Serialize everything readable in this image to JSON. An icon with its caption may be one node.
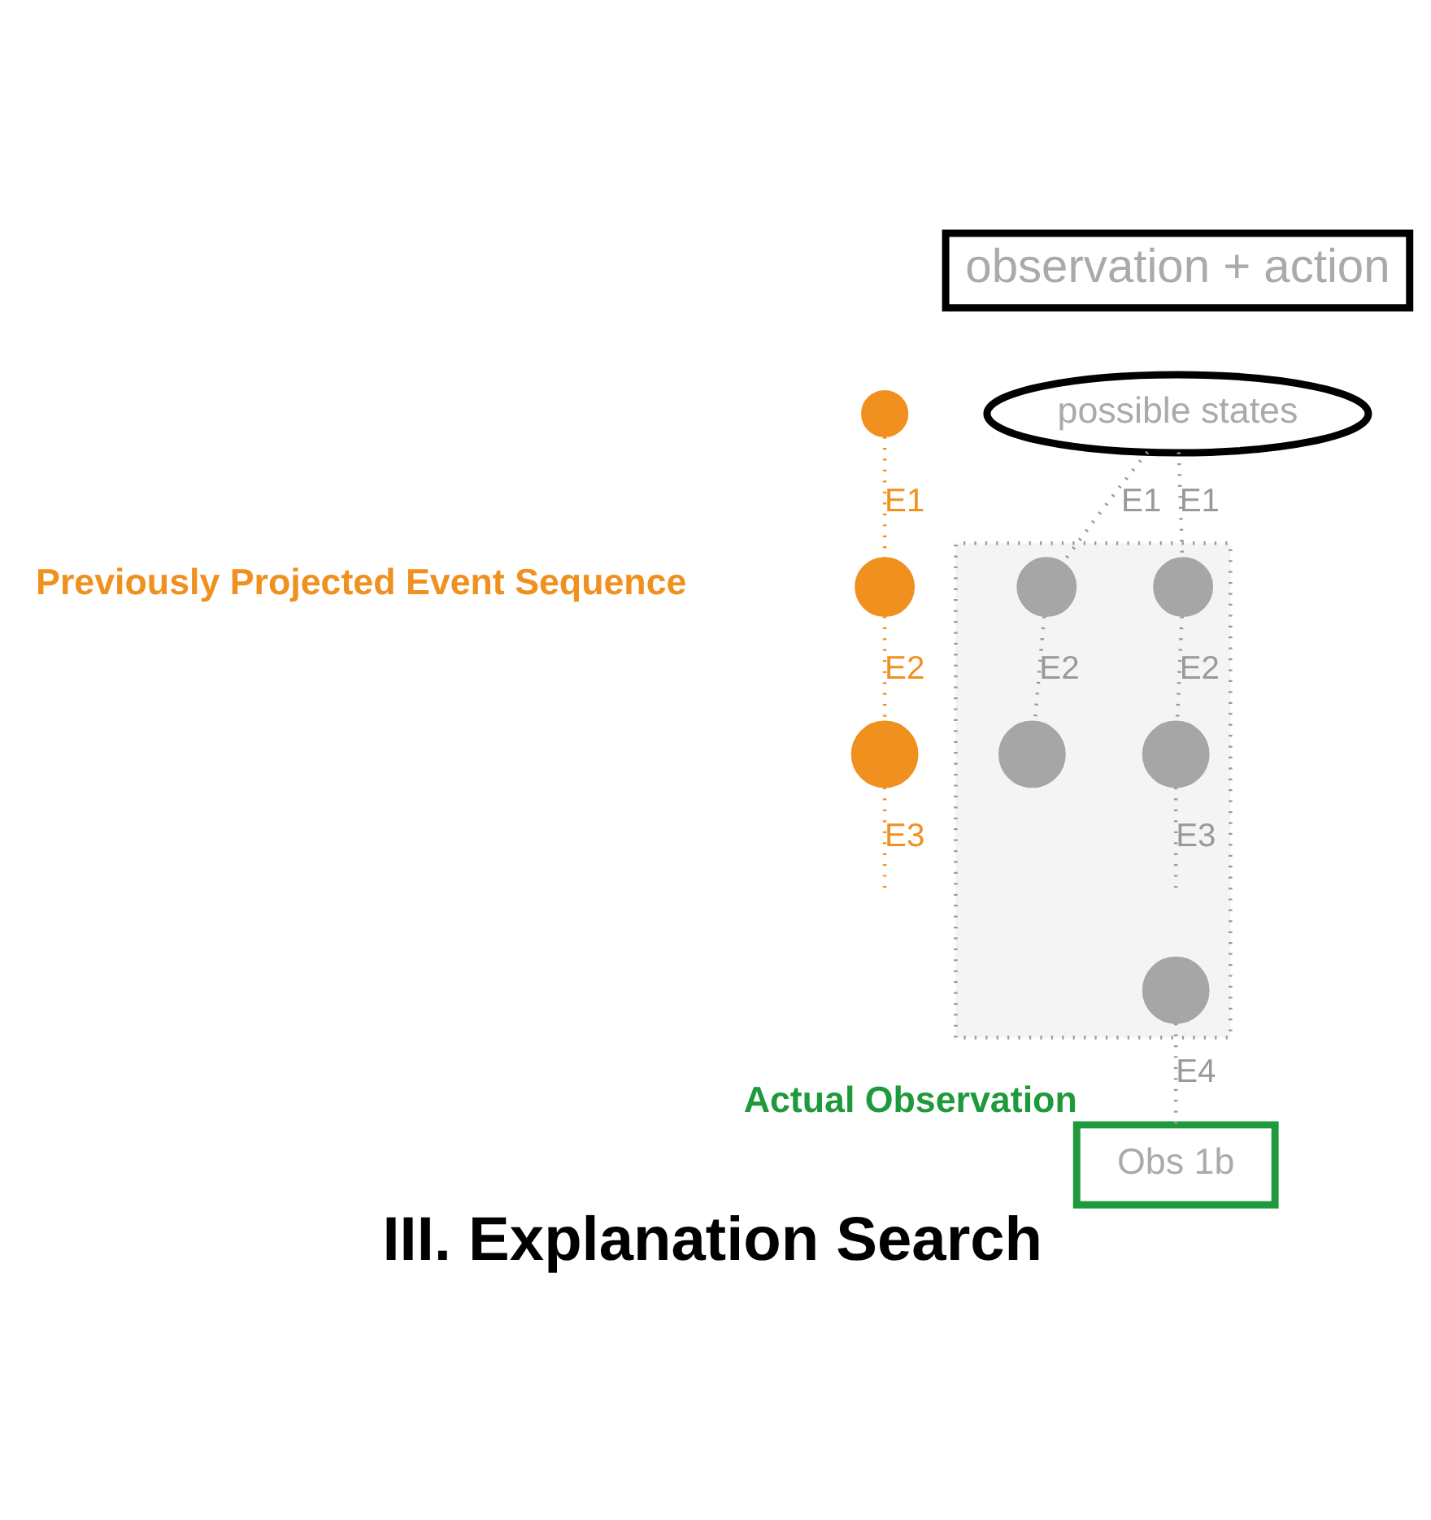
{
  "diagram": {
    "caption": "III. Explanation Search",
    "nodes": [
      {
        "text": [
          "observation + action"
        ]
      },
      {
        "text": [
          "possible states"
        ]
      },
      {
        "text": [],
        "shape": "band"
      },
      {
        "text": [],
        "shape": "circle",
        "in": 2
      },
      {
        "text": [],
        "shape": "circle",
        "in": 2
      },
      {
        "text": [],
        "shape": "circle",
        "in": 2
      },
      {
        "text": [],
        "shape": "circle",
        "in": 2
      },
      {
        "text": [],
        "shape": "circle",
        "in": 2
      },
      {
        "text": [
          "Obs 1b"
        ],
        "beside": [
          "Actual Observation"
        ]
      },
      {
        "text": [],
        "shape": "circle"
      },
      {
        "text": [],
        "shape": "circle"
      },
      {
        "text": [],
        "shape": "circle"
      }
    ],
    "edges": [
      {
        "from": 1,
        "to": 3,
        "arrow": "none",
        "label": "E1"
      },
      {
        "from": 3,
        "to": 5,
        "arrow": "none",
        "label": "E2"
      },
      {
        "from": 1,
        "to": 4,
        "arrow": "none",
        "label": "E1"
      },
      {
        "from": 4,
        "to": 6,
        "arrow": "none",
        "label": "E2"
      },
      {
        "from": 6,
        "to": null,
        "arrow": "none",
        "label": "E3"
      },
      {
        "from": 7,
        "to": 8,
        "arrow": "none",
        "label": "E4"
      },
      {
        "from": 9,
        "to": 10,
        "arrow": "none",
        "label": "E1",
        "color": "#f0901e"
      },
      {
        "from": 10,
        "to": 11,
        "arrow": "none",
        "label": "E2",
        "color": "#f0901e"
      },
      {
        "from": 11,
        "to": null,
        "arrow": "none",
        "label": "E3",
        "color": "#f0901e"
      }
    ],
    "labels": [
      "Previously Projected Event Sequence"
    ]
  }
}
